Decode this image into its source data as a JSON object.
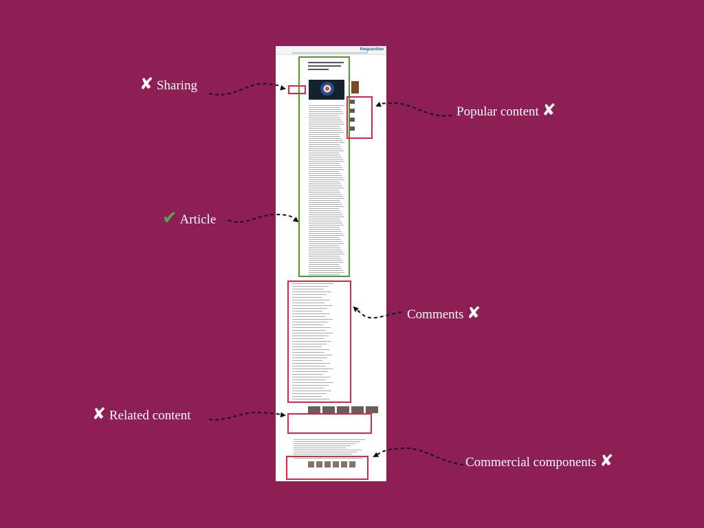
{
  "annotations": {
    "sharing": {
      "label": "Sharing",
      "mark": "cross-mark-icon",
      "status": "excluded"
    },
    "popular_content": {
      "label": "Popular content",
      "mark": "cross-mark-icon",
      "status": "excluded"
    },
    "article": {
      "label": "Article",
      "mark": "check-mark-icon",
      "status": "included"
    },
    "comments": {
      "label": "Comments",
      "mark": "cross-mark-icon",
      "status": "excluded"
    },
    "related_content": {
      "label": "Related content",
      "mark": "cross-mark-icon",
      "status": "excluded"
    },
    "commercial_components": {
      "label": "Commercial components",
      "mark": "cross-mark-icon",
      "status": "excluded"
    }
  },
  "glyphs": {
    "cross": "✘",
    "check": "✔"
  },
  "thumbnail": {
    "logo_text": "theguardian"
  },
  "colors": {
    "background": "#8e1f54",
    "excluded_box": "#e0243f",
    "included_box": "#4f9a2a",
    "label_text": "#ffffff",
    "check": "#57a83a"
  }
}
